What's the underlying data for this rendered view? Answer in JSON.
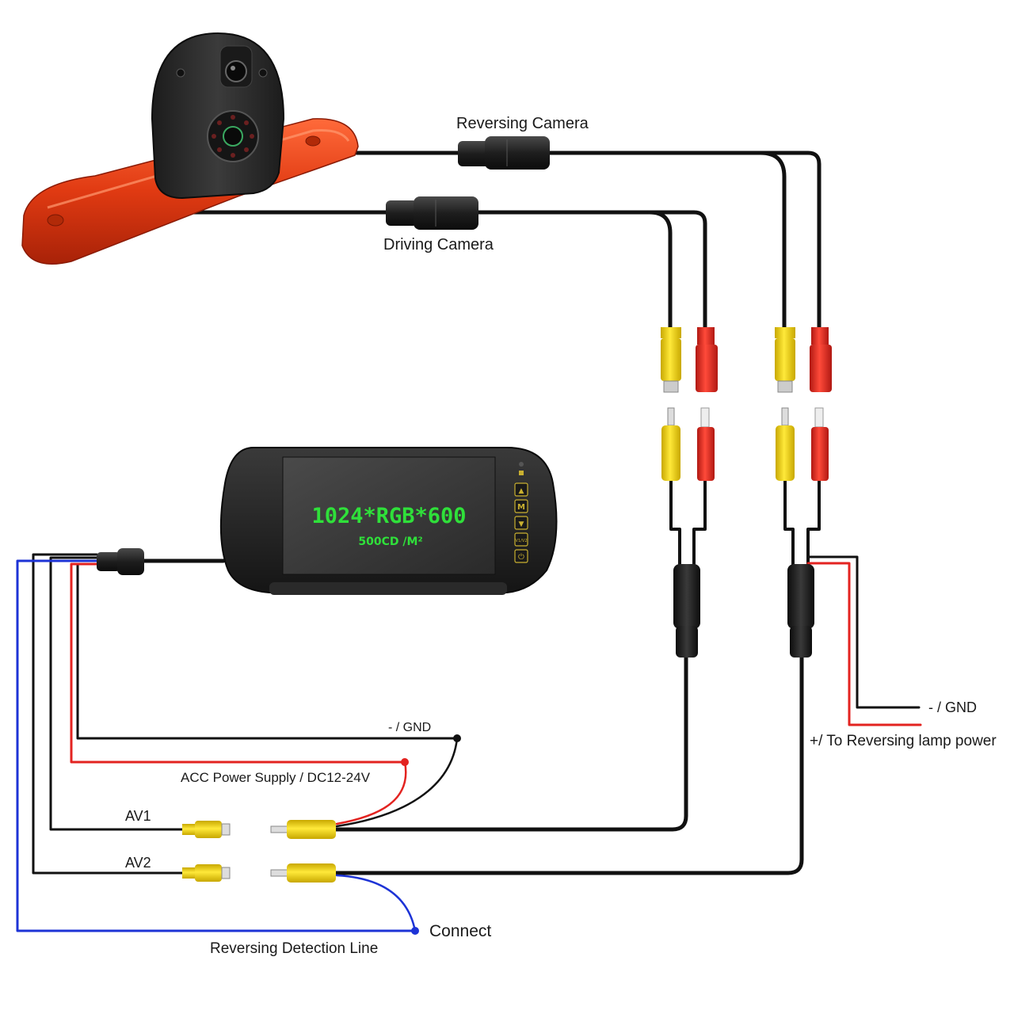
{
  "labels": {
    "reversing_camera": "Reversing Camera",
    "driving_camera": "Driving Camera",
    "gnd_left": "- / GND",
    "acc_power": "ACC Power Supply / DC12-24V",
    "av1": "AV1",
    "av2": "AV2",
    "connect": "Connect",
    "reversing_detection": "Reversing Detection Line",
    "gnd_right": "- / GND",
    "reversing_lamp": "+/ To Reversing lamp power"
  },
  "monitor": {
    "resolution": "1024*RGB*600",
    "brightness": "500CD /M²",
    "buttons": [
      "▲",
      "M",
      "▼",
      "V1/V2",
      "⏻"
    ]
  },
  "colors": {
    "housing_red": "#e03a12",
    "camera_body": "#2b2b2b",
    "video_yellow": "#f3d70c",
    "power_red": "#e32320",
    "signal_blue": "#1d33d6",
    "screen_text": "#2fe03a",
    "wire_black": "#111111"
  }
}
